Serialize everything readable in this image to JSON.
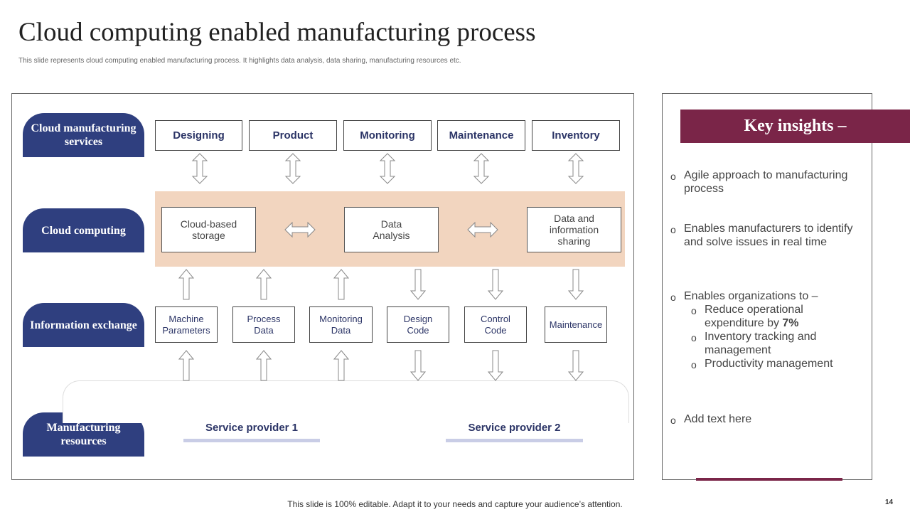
{
  "slide": {
    "title": "Cloud computing enabled manufacturing process",
    "subtitle": "This slide represents cloud computing enabled manufacturing process. It highlights data analysis, data sharing, manufacturing resources etc.",
    "footer": "This slide is 100% editable. Adapt it to your needs and capture your audience’s attention.",
    "page_number": "14"
  },
  "colors": {
    "navy": "#2f3f7f",
    "maroon": "#7a2548",
    "peach": "#f2d5bf",
    "text_navy": "#2b3466"
  },
  "layers": [
    {
      "label": "Cloud manufacturing services"
    },
    {
      "label": "Cloud computing"
    },
    {
      "label": "Information exchange"
    },
    {
      "label": "Manufacturing resources"
    }
  ],
  "services": [
    "Designing",
    "Product",
    "Monitoring",
    "Maintenance",
    "Inventory"
  ],
  "computing": [
    "Cloud-based storage",
    "Data Analysis",
    "Data and information sharing"
  ],
  "info": [
    "Machine Parameters",
    "Process Data",
    "Monitoring Data",
    "Design Code",
    "Control Code",
    "Maintenance"
  ],
  "providers": [
    "Service provider 1",
    "Service provider 2"
  ],
  "insights": {
    "title": "Key insights –",
    "bullet_symbol": "o",
    "items": [
      {
        "text": "Agile approach to manufacturing process"
      },
      {
        "text": "Enables manufacturers to identify and solve issues in real time"
      },
      {
        "text": "Enables organizations to –",
        "sub": [
          {
            "text": "Reduce operational expenditure by ",
            "highlight": "7%"
          },
          {
            "text": "Inventory tracking and management"
          },
          {
            "text": "Productivity management"
          }
        ]
      },
      {
        "text": "Add text here"
      }
    ]
  }
}
